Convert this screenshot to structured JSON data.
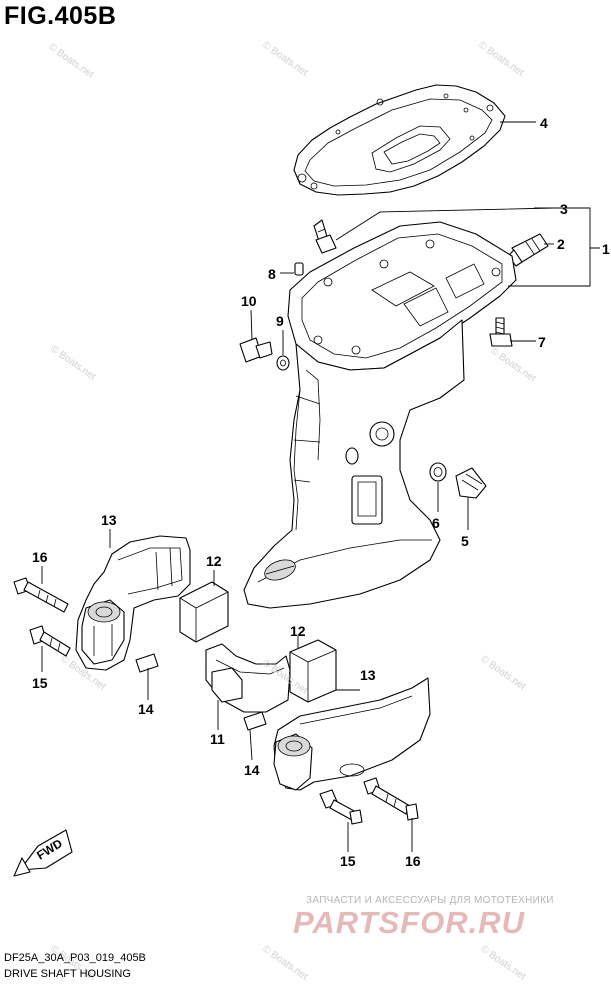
{
  "figure": {
    "title": "FIG.405B",
    "model_code": "DF25A_30A_P03_019_405B",
    "caption": "DRIVE SHAFT HOUSING"
  },
  "callouts": [
    "1",
    "2",
    "3",
    "4",
    "5",
    "6",
    "7",
    "8",
    "9",
    "10",
    "11",
    "12",
    "12",
    "13",
    "13",
    "14",
    "14",
    "15",
    "15",
    "16",
    "16"
  ],
  "direction_badge": "FWD",
  "watermark": "© Boats.net",
  "inline_watermark": "© Boats.net",
  "shop": {
    "caption": "ЗАПЧАСТИ И АКСЕССУАРЫ ДЛЯ МОТОТЕХНИКИ",
    "logo": "PARTSFOR.RU"
  },
  "colors": {
    "ink": "#000000",
    "watermark": "#d0d0d0",
    "shop_logo": "#e6b9b9"
  }
}
